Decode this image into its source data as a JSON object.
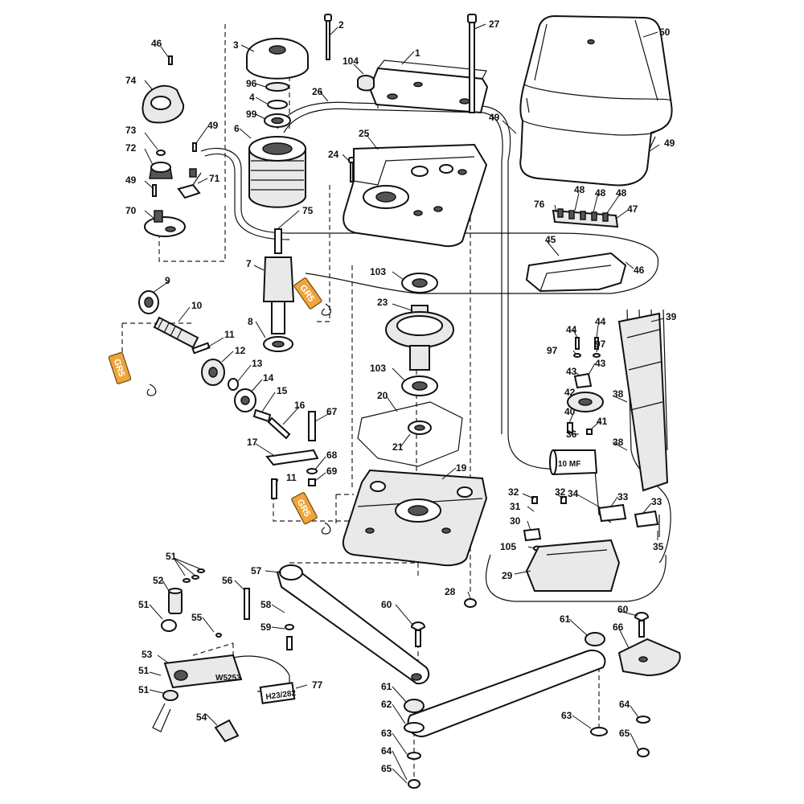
{
  "colors": {
    "grease_tag": "#f0a43a",
    "line": "#111111",
    "background": "#ffffff"
  },
  "grease_tags": [
    "GR5",
    "GR5",
    "GR5"
  ],
  "printed_labels": {
    "capacitor": "10 MF",
    "plate_label": "H23/282",
    "nameplate": "W5253"
  },
  "parts": {
    "p1": "1",
    "p2": "2",
    "p3": "3",
    "p4": "4",
    "p6": "6",
    "p7": "7",
    "p8": "8",
    "p9": "9",
    "p10": "10",
    "p11a": "11",
    "p11b": "11",
    "p12": "12",
    "p13": "13",
    "p14": "14",
    "p15": "15",
    "p16": "16",
    "p17": "17",
    "p19": "19",
    "p20": "20",
    "p21": "21",
    "p23": "23",
    "p24": "24",
    "p25": "25",
    "p26": "26",
    "p27": "27",
    "p28": "28",
    "p29": "29",
    "p30": "30",
    "p31": "31",
    "p32a": "32",
    "p32b": "32",
    "p33a": "33",
    "p33b": "33",
    "p34": "34",
    "p35": "35",
    "p36": "36",
    "p38a": "38",
    "p38b": "38",
    "p39": "39",
    "p40": "40",
    "p41": "41",
    "p42": "42",
    "p43a": "43",
    "p43b": "43",
    "p44a": "44",
    "p44b": "44",
    "p45": "45",
    "p46a": "46",
    "p46b": "46",
    "p47": "47",
    "p48a": "48",
    "p48b": "48",
    "p48c": "48",
    "p49a": "49",
    "p49b": "49",
    "p49c": "49",
    "p49d": "49",
    "p50": "50",
    "p51a": "51",
    "p51b": "51",
    "p51c": "51",
    "p51d": "51",
    "p52": "52",
    "p53": "53",
    "p54": "54",
    "p55": "55",
    "p56": "56",
    "p57": "57",
    "p58": "58",
    "p59": "59",
    "p60a": "60",
    "p60b": "60",
    "p61a": "61",
    "p61b": "61",
    "p62": "62",
    "p63a": "63",
    "p63b": "63",
    "p64a": "64",
    "p64b": "64",
    "p65a": "65",
    "p65b": "65",
    "p66": "66",
    "p67": "67",
    "p68": "68",
    "p69": "69",
    "p70": "70",
    "p71": "71",
    "p72": "72",
    "p73": "73",
    "p74": "74",
    "p75": "75",
    "p76": "76",
    "p77": "77",
    "p96": "96",
    "p97a": "97",
    "p97b": "97",
    "p99": "99",
    "p103a": "103",
    "p103b": "103",
    "p104": "104",
    "p105": "105"
  }
}
